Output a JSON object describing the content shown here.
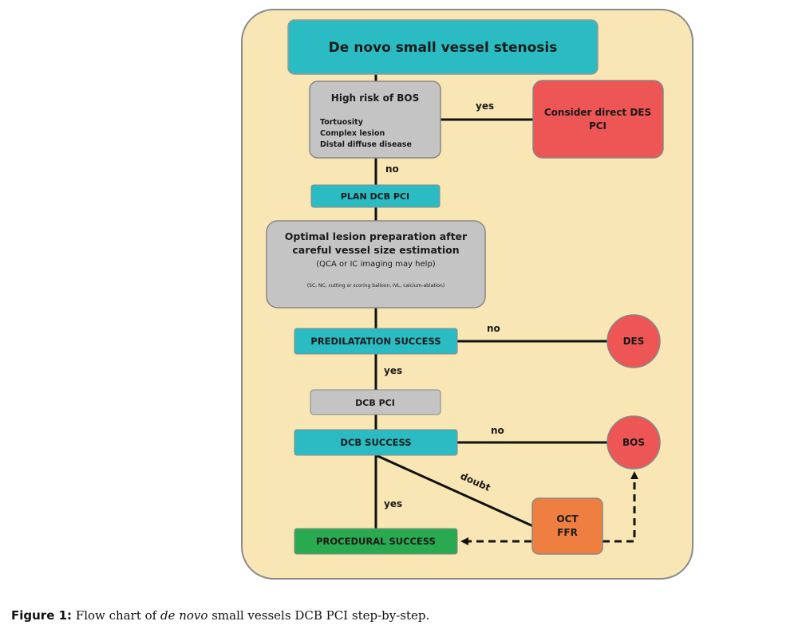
{
  "colors": {
    "background_panel": "#f8e6b4",
    "panel_border": "#8a8a8a",
    "teal": "#2bbcc3",
    "gray": "#c4c4c4",
    "red": "#ee5555",
    "orange": "#ef7f40",
    "green": "#2aaa50",
    "line": "#111111"
  },
  "nodes": {
    "start": "De novo small vessel stenosis",
    "bos_risk_title": "High risk of BOS",
    "bos_risk_items": [
      "Tortuosity",
      "Complex lesion",
      "Distal diffuse disease"
    ],
    "direct_des_line1": "Consider direct DES",
    "direct_des_line2": "PCI",
    "plan_dcb": "PLAN DCB PCI",
    "prep_line1": "Optimal lesion preparation after",
    "prep_line2": "careful vessel size estimation",
    "prep_line3": "(QCA or IC imaging may help)",
    "prep_line4": "(SC, NC, cutting or scoring balloon, IVL, calcium-ablation)",
    "predilatation": "PREDILATATION SUCCESS",
    "des": "DES",
    "dcb_pci": "DCB PCI",
    "dcb_success": "DCB SUCCESS",
    "bos": "BOS",
    "oct": "OCT",
    "ffr": "FFR",
    "procedural_success": "PROCEDURAL SUCCESS"
  },
  "edges": {
    "yes_direct_des": "yes",
    "no_plan": "no",
    "no_des": "no",
    "yes_dcb_pci": "yes",
    "no_bos": "no",
    "doubt": "doubt",
    "yes_procedural": "yes"
  },
  "caption": {
    "label": "Figure 1:",
    "text_before": " Flow chart of ",
    "italic": "de novo",
    "text_after": " small vessels DCB PCI step-by-step."
  }
}
